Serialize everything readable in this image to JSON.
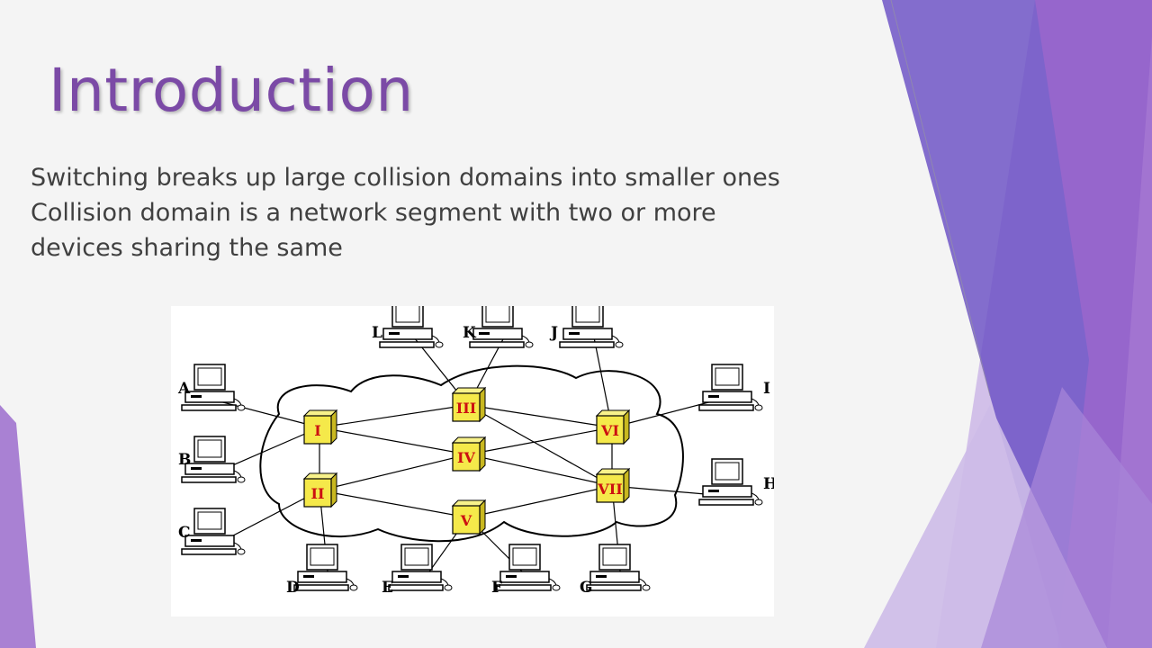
{
  "slide": {
    "title": "Introduction",
    "body_lines": [
      "Switching breaks up large collision domains into smaller ones",
      "Collision domain is a network segment with two or more",
      "devices sharing the same"
    ]
  },
  "colors": {
    "title": "#7b4aa6",
    "body_text": "#404040",
    "switch_fill": "#f5e94a",
    "switch_label": "#cc1111",
    "accent_purple": "#8b5ec8",
    "accent_violet": "#6a4fc4",
    "accent_lavender": "#c9b3e6"
  },
  "diagram": {
    "switches": [
      {
        "id": "I",
        "label": "I"
      },
      {
        "id": "II",
        "label": "II"
      },
      {
        "id": "III",
        "label": "III"
      },
      {
        "id": "IV",
        "label": "IV"
      },
      {
        "id": "V",
        "label": "V"
      },
      {
        "id": "VI",
        "label": "VI"
      },
      {
        "id": "VII",
        "label": "VII"
      }
    ],
    "computers": [
      {
        "id": "A",
        "label": "A"
      },
      {
        "id": "B",
        "label": "B"
      },
      {
        "id": "C",
        "label": "C"
      },
      {
        "id": "D",
        "label": "D"
      },
      {
        "id": "E",
        "label": "E"
      },
      {
        "id": "F",
        "label": "F"
      },
      {
        "id": "G",
        "label": "G"
      },
      {
        "id": "H",
        "label": "H"
      },
      {
        "id": "I",
        "label": "I"
      },
      {
        "id": "J",
        "label": "J"
      },
      {
        "id": "K",
        "label": "K"
      },
      {
        "id": "L",
        "label": "L"
      }
    ],
    "links": [
      [
        "sw:I",
        "sw:III"
      ],
      [
        "sw:I",
        "sw:IV"
      ],
      [
        "sw:I",
        "sw:II"
      ],
      [
        "sw:II",
        "sw:IV"
      ],
      [
        "sw:II",
        "sw:V"
      ],
      [
        "sw:III",
        "sw:VI"
      ],
      [
        "sw:III",
        "sw:VII"
      ],
      [
        "sw:IV",
        "sw:VI"
      ],
      [
        "sw:IV",
        "sw:VII"
      ],
      [
        "sw:V",
        "sw:VII"
      ],
      [
        "sw:VI",
        "sw:VII"
      ],
      [
        "pc:A",
        "sw:I"
      ],
      [
        "pc:B",
        "sw:I"
      ],
      [
        "pc:C",
        "sw:II"
      ],
      [
        "pc:D",
        "sw:II"
      ],
      [
        "pc:E",
        "sw:V"
      ],
      [
        "pc:F",
        "sw:V"
      ],
      [
        "pc:G",
        "sw:VII"
      ],
      [
        "pc:H",
        "sw:VII"
      ],
      [
        "pc:I",
        "sw:VI"
      ],
      [
        "pc:J",
        "sw:VI"
      ],
      [
        "pc:K",
        "sw:III"
      ],
      [
        "pc:L",
        "sw:III"
      ]
    ]
  }
}
